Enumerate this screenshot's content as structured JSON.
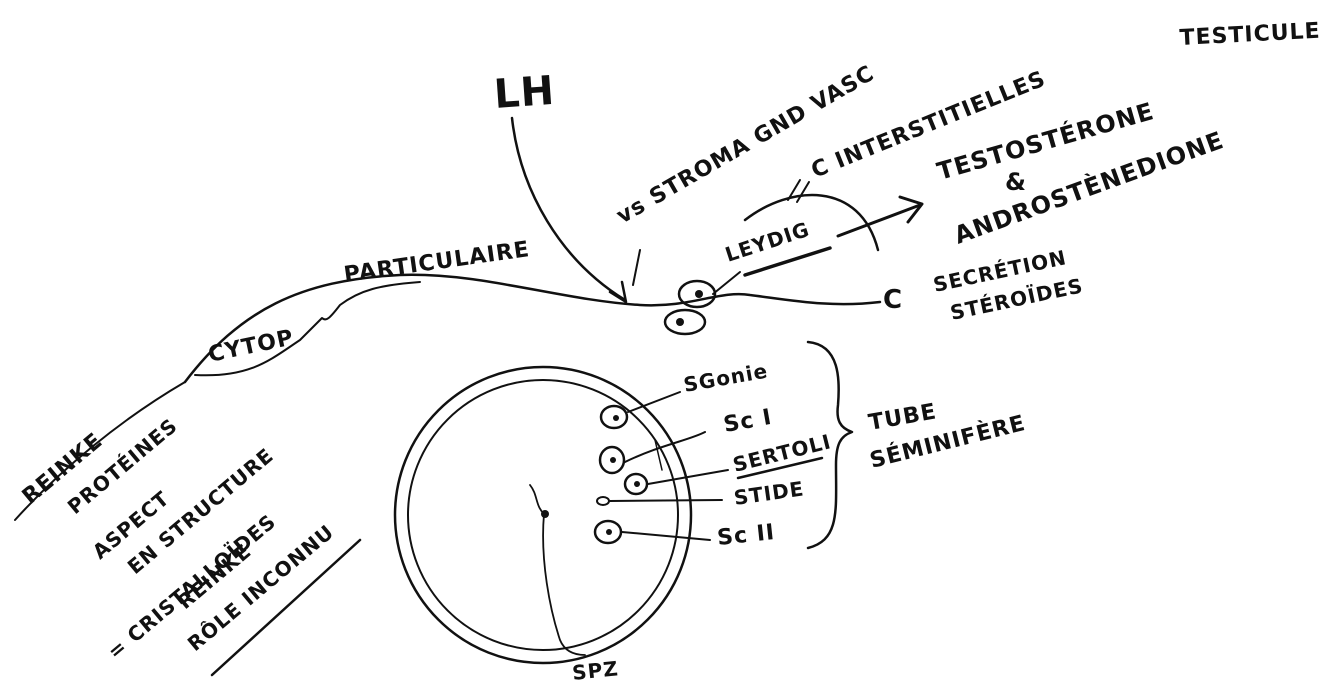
{
  "colors": {
    "ink": "#111111",
    "paper": "#ffffff"
  },
  "labels": {
    "testicule": "TESTICULE",
    "lh": "LH",
    "vs_stroma": "vs STROMA GND VASC",
    "c_interstitielles": "C INTERSTITIELLES",
    "testosterone": "TESTOSTÉRONE",
    "et": "&",
    "androstenedione": "ANDROSTÈNEDIONE",
    "leydig": "LEYDIG",
    "c_label": "C",
    "secretion_line1": "SECRÉTION",
    "secretion_line2": "STÉROÏDES",
    "parcellaire": "PARTICULAIRE",
    "cytop": "CYTOP",
    "reinke_1": "REINKE",
    "reinke_2": "PROTÉINES",
    "reinke_3": "ASPECT",
    "reinke_4": "EN STRUCTURE",
    "reinke_5": "= CRISTALLOÏDES",
    "reinke_6": "REINKE",
    "reinke_7": "RÔLE INCONNU",
    "sgonie": "SGonie",
    "sci": "Sc I",
    "sertoli": "SERTOLI",
    "stide": "STIDE",
    "scii": "Sc II",
    "tube_line1": "TUBE",
    "tube_line2": "SÉMINIFÈRE",
    "spz": "SPZ"
  }
}
